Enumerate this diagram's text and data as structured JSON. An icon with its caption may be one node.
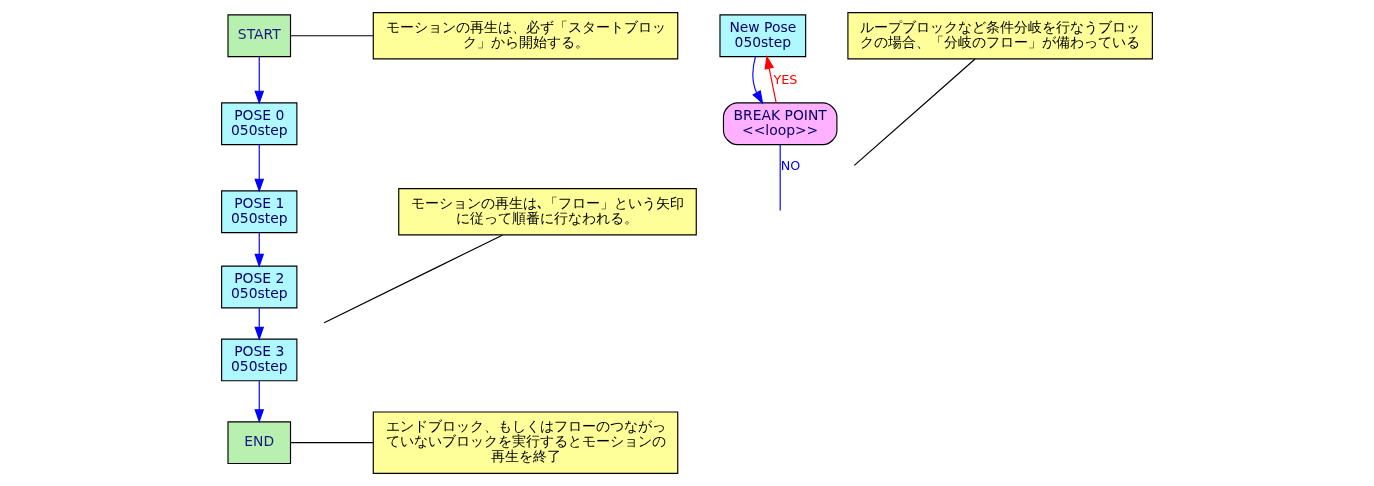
{
  "diagram": {
    "nodes": [
      {
        "text": [
          "START"
        ]
      },
      {
        "text": [
          "POSE 0",
          "050step"
        ]
      },
      {
        "text": [
          "POSE 1",
          "050step"
        ]
      },
      {
        "text": [
          "POSE 2",
          "050step"
        ]
      },
      {
        "text": [
          "POSE 3",
          "050step"
        ]
      },
      {
        "text": [
          "END"
        ]
      },
      {
        "text": [
          "モーションの再生は、必ず「スタートブロック」から開始する。"
        ]
      },
      {
        "text": [
          "モーションの再生は､「フロー」という矢印に従って順番に行なわれる。"
        ]
      },
      {
        "text": [
          "エンドブロック、もしくはフローのつながっていないブロックを実行するとモーションの再生を終了"
        ]
      },
      {
        "text": [
          "New Pose",
          "050step"
        ]
      },
      {
        "text": [
          "BREAK POINT",
          "<<loop>>"
        ]
      },
      {
        "text": [
          "ループブロックなど条件分岐を行なうブロックの場合、「分岐のフロー」が備わっている"
        ]
      }
    ],
    "edges": [
      {
        "from": 0,
        "to": 1,
        "arrow": "to"
      },
      {
        "from": 1,
        "to": 2,
        "arrow": "to"
      },
      {
        "from": 2,
        "to": 3,
        "arrow": "to"
      },
      {
        "from": 3,
        "to": 4,
        "arrow": "to"
      },
      {
        "from": 4,
        "to": 5,
        "arrow": "to"
      },
      {
        "from": 6,
        "to": 0,
        "arrow": "none",
        "color": "#000000"
      },
      {
        "from": 7,
        "to": null,
        "arrow": "none",
        "color": "#000000"
      },
      {
        "from": 8,
        "to": 5,
        "arrow": "none",
        "color": "#000000"
      },
      {
        "from": 9,
        "to": 10,
        "arrow": "to"
      },
      {
        "from": 10,
        "to": 9,
        "arrow": "to",
        "label": "YES",
        "color": "#ff0000"
      },
      {
        "from": 10,
        "to": null,
        "arrow": "none",
        "label": "NO"
      },
      {
        "from": 11,
        "to": null,
        "arrow": "none",
        "color": "#000000"
      }
    ]
  }
}
